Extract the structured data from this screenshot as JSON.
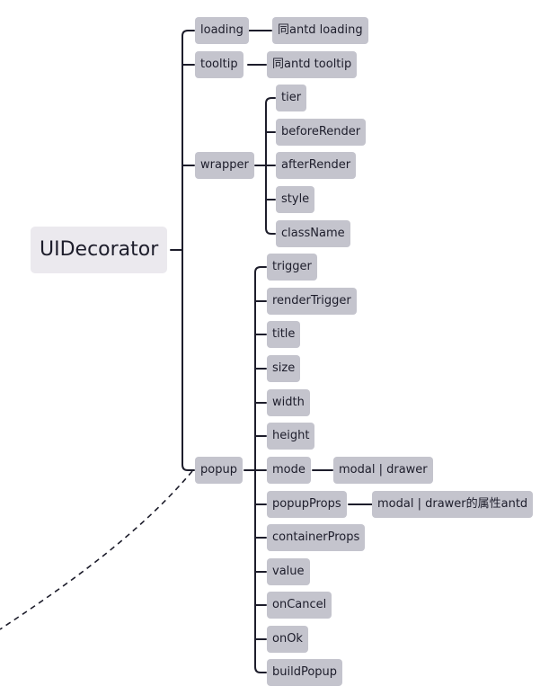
{
  "mindmap": {
    "root": "UIDecorator",
    "branches": {
      "loading": {
        "label": "loading",
        "child": "同antd loading"
      },
      "tooltip": {
        "label": "tooltip",
        "child": "同antd tooltip"
      },
      "wrapper": {
        "label": "wrapper",
        "children": [
          "tier",
          "beforeRender",
          "afterRender",
          "style",
          "className"
        ]
      },
      "popup": {
        "label": "popup",
        "children": [
          "trigger",
          "renderTrigger",
          "title",
          "size",
          "width",
          "height",
          "mode",
          "popupProps",
          "containerProps",
          "value",
          "onCancel",
          "onOk",
          "buildPopup"
        ],
        "mode_detail": "modal | drawer",
        "popupProps_detail": "modal | drawer的属性antd"
      }
    }
  },
  "colors": {
    "node_fill": "#c4c4cd",
    "root_fill": "#ebe9ee",
    "line": "#1d1d2b",
    "text": "#1d1d2b"
  }
}
